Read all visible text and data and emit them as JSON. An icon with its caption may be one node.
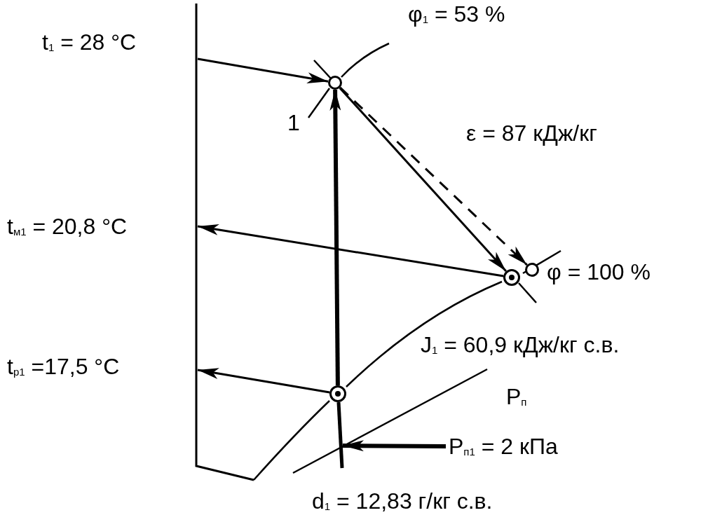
{
  "diagram": {
    "nodes": [
      {
        "text": [],
        "shape": "circle",
        "beside": [
          "1"
        ]
      },
      {
        "text": [],
        "shape": "circle"
      },
      {
        "text": [],
        "shape": "circle"
      },
      {
        "text": [],
        "shape": "circle"
      },
      {
        "text": [
          "P$_{п1}$ = 2 кПа"
        ]
      }
    ],
    "edges": [
      {
        "from": null,
        "to": 0,
        "arrow": "to"
      },
      {
        "from": 1,
        "to": 0,
        "arrow": "to",
        "style": "thick"
      },
      {
        "from": 0,
        "to": 2,
        "arrow": "to"
      },
      {
        "from": 0,
        "to": 3,
        "arrow": "to",
        "style": "dashed"
      },
      {
        "from": 2,
        "to": null,
        "arrow": "to"
      },
      {
        "from": 1,
        "to": null,
        "arrow": "to"
      },
      {
        "from": 4,
        "to": null,
        "arrow": "to",
        "style": "thick"
      }
    ],
    "labels": [
      "t$_{1}$ = 28 °C",
      "φ$_{1}$ = 53 %",
      "ε = 87 кДж/кг",
      "t$_{м1}$ = 20,8 °C",
      "φ = 100 %",
      "J$_{1}$ = 60,9 кДж/кг с.в.",
      "t$_{р1}$ =17,5 °C",
      "P$_{п}$",
      "d$_{1}$ = 12,83 г/кг с.в."
    ]
  }
}
